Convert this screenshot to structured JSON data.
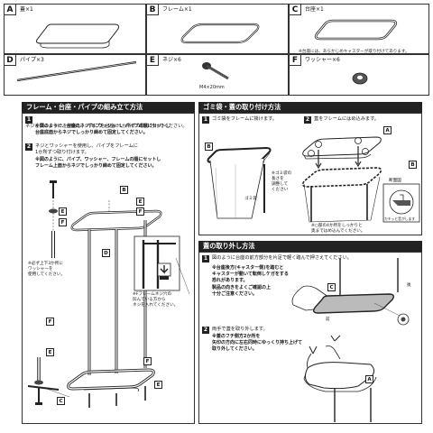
{
  "parts": [
    {
      "letter": "A",
      "label": "蓋×1"
    },
    {
      "letter": "B",
      "label": "フレーム×1"
    },
    {
      "letter": "C",
      "label": "台座×1",
      "note": "※台座には、あらかじめキャスターが取り付けてあります。"
    },
    {
      "letter": "D",
      "label": "パイプ×3"
    },
    {
      "letter": "E",
      "label": "ネジ×6",
      "note": "M4×20mm"
    },
    {
      "letter": "F",
      "label": "ワッシャー×6"
    }
  ],
  "section1": {
    "title": "フレーム・台座・パイプの組み立て方法",
    "step1_num": "1",
    "step1_text": "ネジとワッシャーを使用し、パイプを台座に1か所ずつ取り付けてください。",
    "step1_bold": "※図のように、台座のネジ穴にワッシャー、パイプの順にセットし\n台座底面からネジでしっかり締めて固定してください。",
    "step2_num": "2",
    "step2_text": "ネジとワッシャーを使用し、パイプをフレームに\n1か所ずつ取り付けます。",
    "step2_bold": "※図のように、パイプ、ワッシャー、フレームの順にセットし\nフレーム上面からネジでしっかり締めて固定してください。",
    "note_left": "※必ず上下3か所に\nワッシャーを\n使用してください。",
    "note_right": "※Fフレームネジ穴の\n凹んでいる方から\nネジを入れてください。"
  },
  "section2": {
    "title": "ゴミ袋・蓋の取り付け方法",
    "step1_num": "1",
    "step1_text": "ゴミ袋をフレームに掛けます。",
    "step2_num": "2",
    "step2_text": "蓋をフレームにはめ込みます。",
    "bag_note": "※ゴミ袋の\n長さを\n調整して\nください",
    "bag_label": "ゴミ袋",
    "detail_title": "断面図",
    "detail_caption": "カチッと音がします",
    "bottom_note": "※○部の4か所をしっかりと\n奥まではめ込んでください。"
  },
  "section3": {
    "title": "蓋の取り外し方法",
    "step1_num": "1",
    "step1_text": "図のように台座の前方部分を片足で軽く踏んで押さえてください。",
    "step1_bold": "※台座後方(キャスター側)を踏むと\nキャスターが動いて転倒しケガをする\n恐れがあります。\n製品の向きをよくご確認の上\n十分ご注意ください。",
    "front_label": "前",
    "back_label": "後",
    "step2_num": "2",
    "step2_text": "両手で蓋を取り外します。",
    "step2_bold": "※蓋のフチ側方2か所を\n矢印の方向に左右同時にゆっくり持ち上げて\n取り外してください。"
  },
  "labels": {
    "A": "A",
    "B": "B",
    "C": "C",
    "D": "D",
    "E": "E",
    "F": "F"
  }
}
